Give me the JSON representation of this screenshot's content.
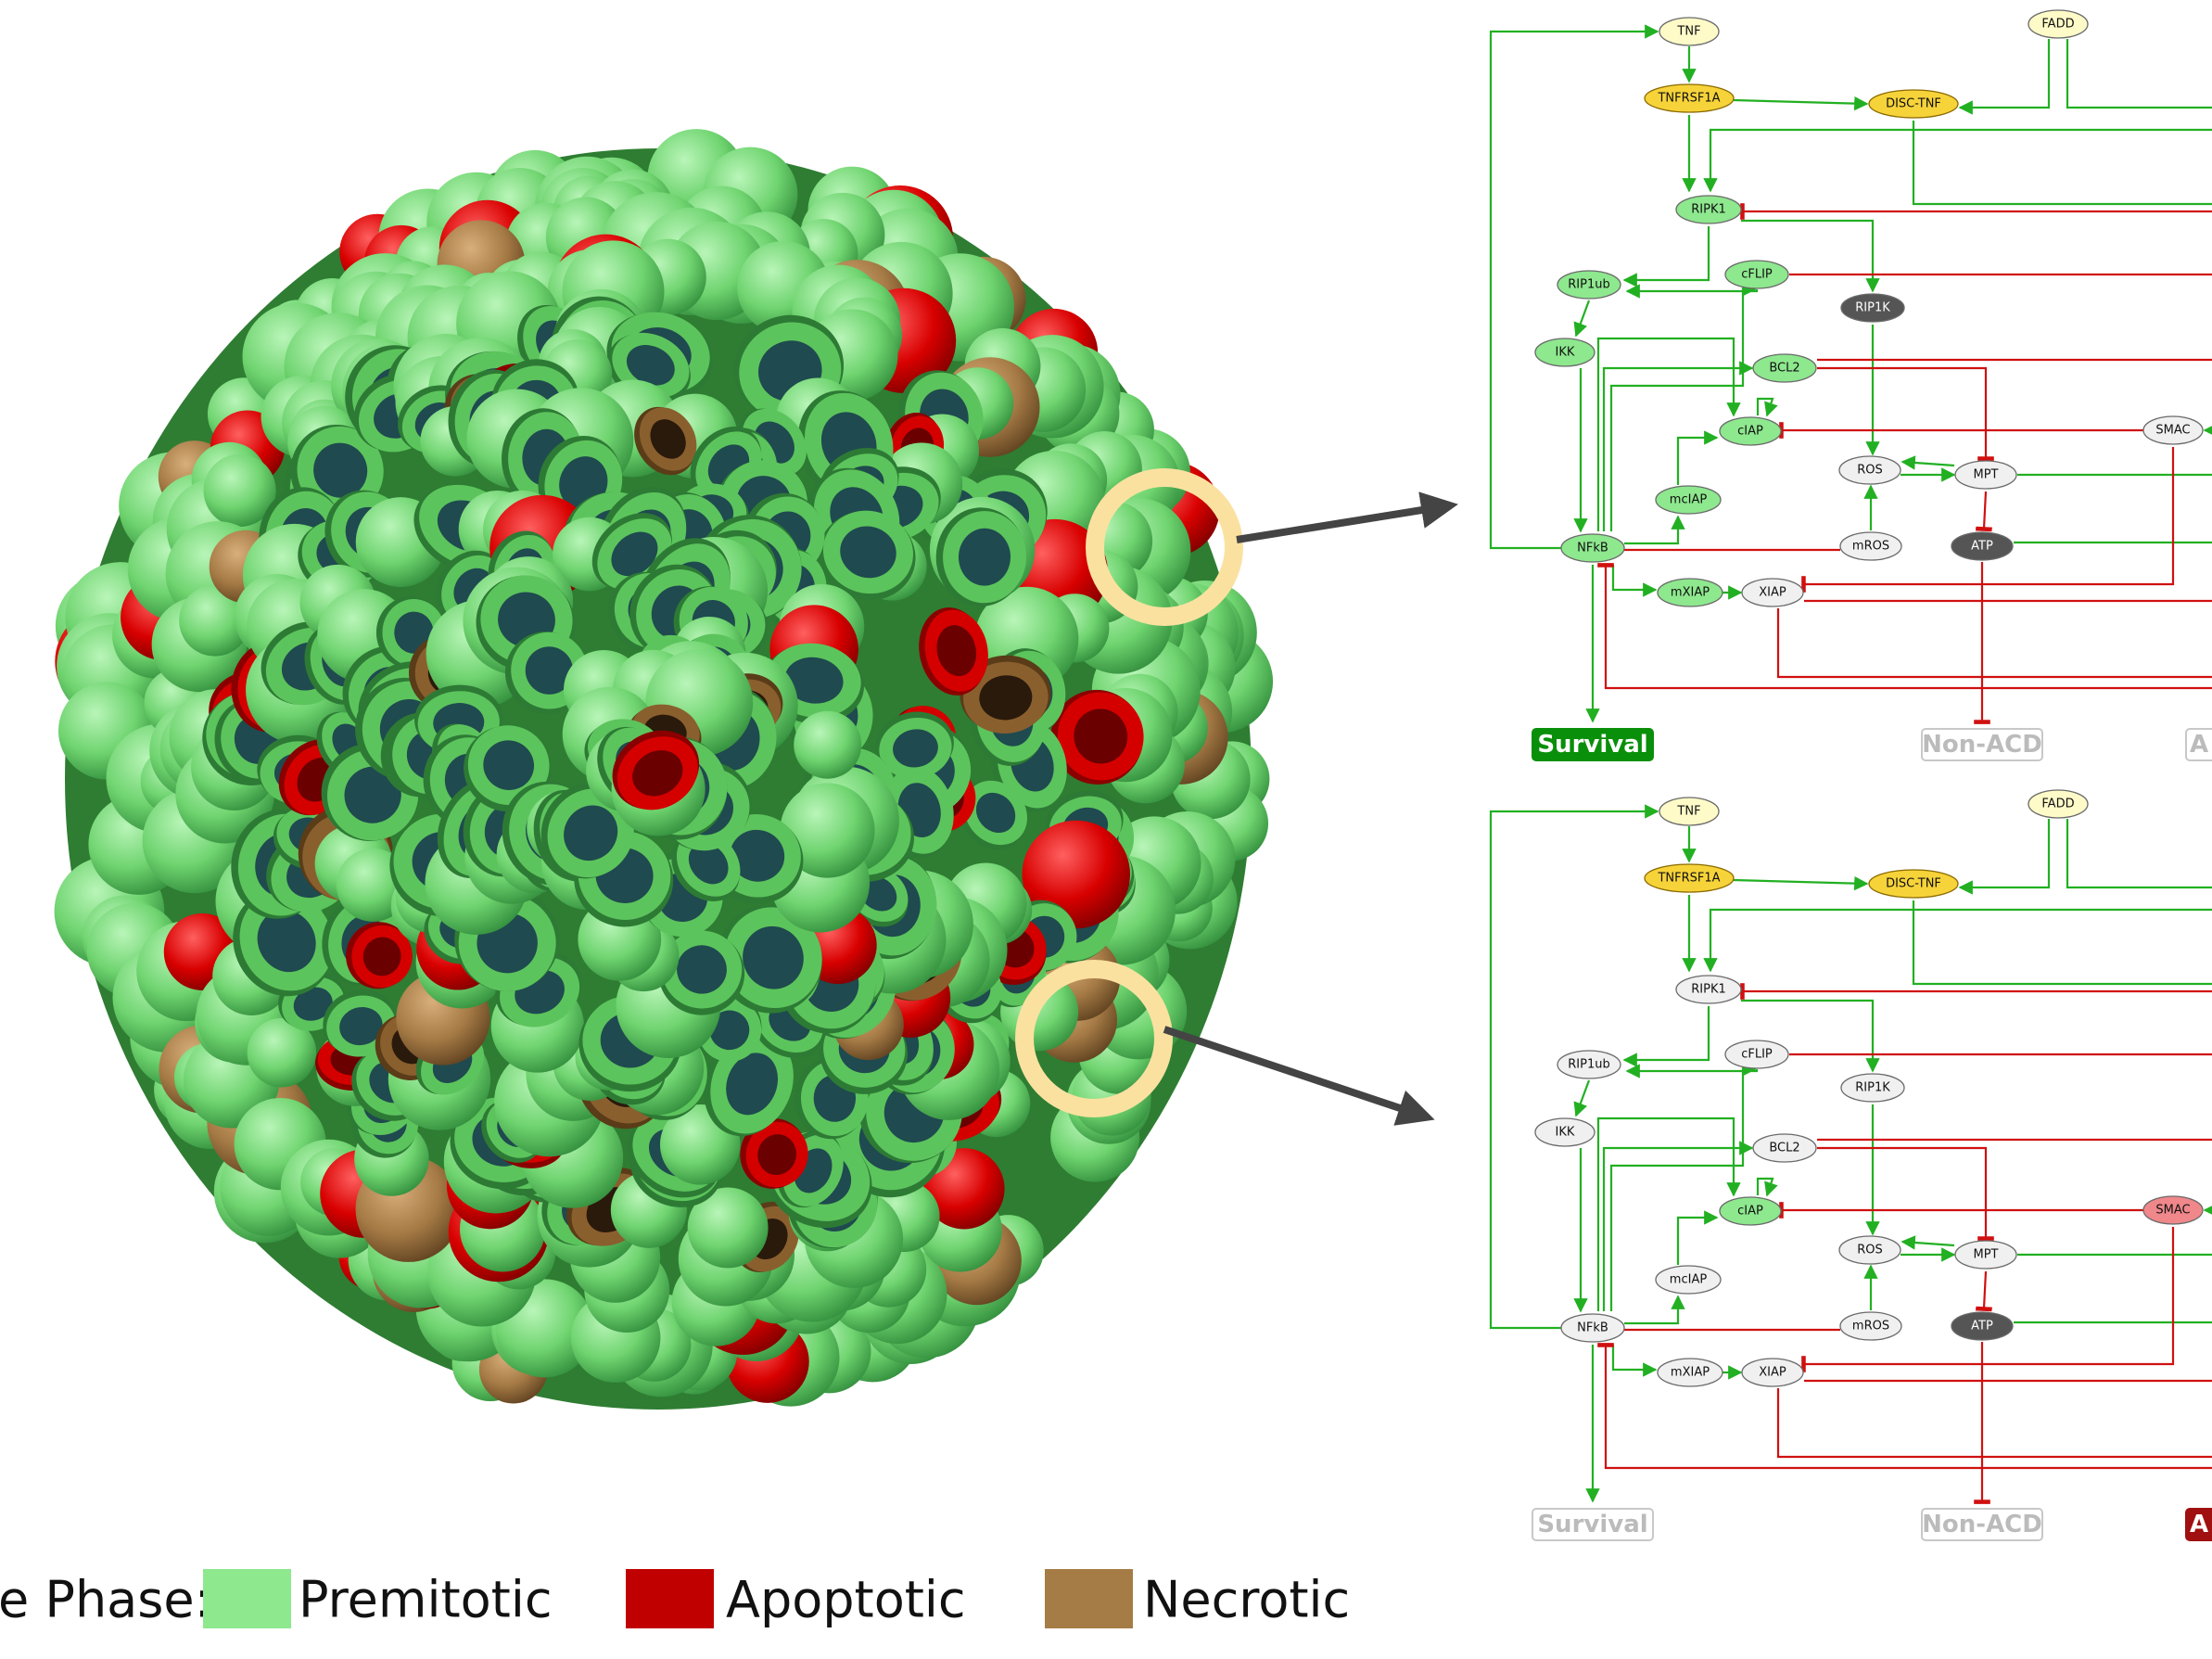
{
  "colors": {
    "edge_activate": "#22b022",
    "edge_inhibit": "#d01010",
    "node_green": "#8ee88e",
    "node_yellow": "#f7d33a",
    "node_lightyellow": "#fffbc8",
    "node_grey": "#f0f0f0",
    "node_dark": "#555555",
    "node_pink": "#f0878a",
    "survival_on": "#0a8f0a",
    "outcome_off": "#c8c8c8",
    "apoptosis_on": "#a01010",
    "premitotic": "#8ee88e",
    "apoptotic": "#c00000",
    "necrotic": "#a67c46"
  },
  "legend": {
    "label": "e Phase:",
    "items": [
      {
        "name": "Premitotic",
        "color": "#8ee88e"
      },
      {
        "name": "Apoptotic",
        "color": "#c00000"
      },
      {
        "name": "Necrotic",
        "color": "#a67c46"
      }
    ]
  },
  "network_top": {
    "outcomes": [
      {
        "label": "Survival",
        "state": "on",
        "color": "#0a8f0a"
      },
      {
        "label": "Non-ACD",
        "state": "off",
        "color": "#c8c8c8"
      },
      {
        "label": "A",
        "state": "off",
        "color": "#c8c8c8"
      }
    ],
    "nodes": {
      "TNF": "lightyellow",
      "FADD": "lightyellow",
      "TNFRSF1A": "yellow",
      "DISC-TNF": "yellow",
      "RIPK1": "green",
      "RIP1ub": "green",
      "cFLIP": "green",
      "RIP1K": "dark",
      "IKK": "green",
      "BCL2": "green",
      "cIAP": "green",
      "SMAC": "grey",
      "ROS": "grey",
      "MPT": "grey",
      "mcIAP": "green",
      "NFkB": "green",
      "mROS": "grey",
      "ATP": "dark",
      "mXIAP": "green",
      "XIAP": "grey"
    }
  },
  "network_bottom": {
    "outcomes": [
      {
        "label": "Survival",
        "state": "off",
        "color": "#c8c8c8"
      },
      {
        "label": "Non-ACD",
        "state": "off",
        "color": "#c8c8c8"
      },
      {
        "label": "A",
        "state": "on",
        "color": "#a01010"
      }
    ],
    "nodes": {
      "TNF": "lightyellow",
      "FADD": "lightyellow",
      "TNFRSF1A": "yellow",
      "DISC-TNF": "yellow",
      "RIPK1": "grey",
      "RIP1ub": "grey",
      "cFLIP": "grey",
      "RIP1K": "grey",
      "IKK": "grey",
      "BCL2": "grey",
      "cIAP": "green",
      "SMAC": "pink",
      "ROS": "grey",
      "MPT": "grey",
      "mcIAP": "grey",
      "NFkB": "grey",
      "mROS": "grey",
      "ATP": "dark",
      "mXIAP": "grey",
      "XIAP": "grey"
    }
  }
}
